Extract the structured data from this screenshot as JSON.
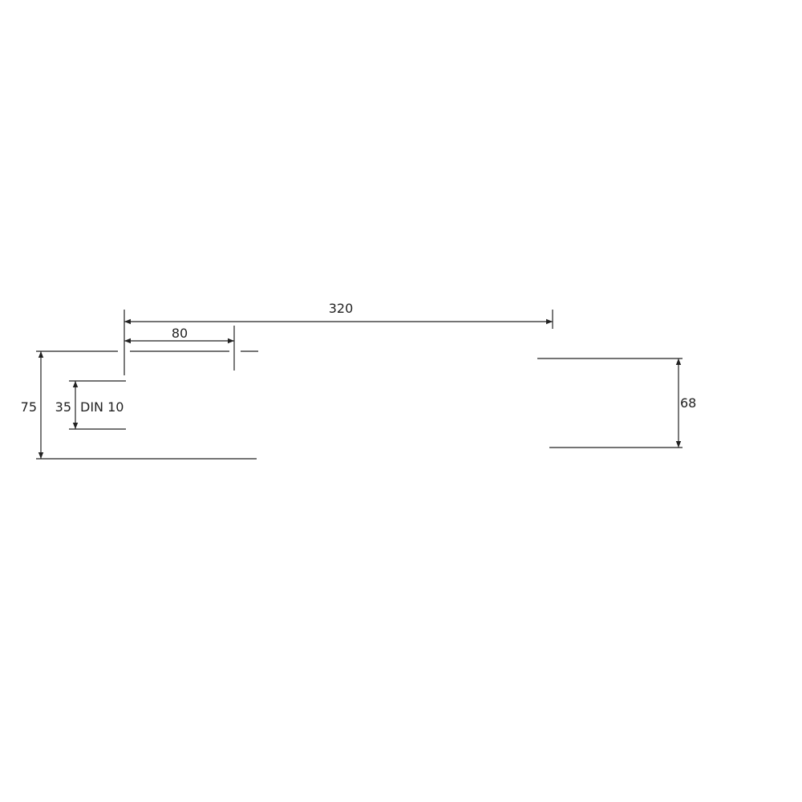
{
  "dimensions": {
    "overall_length": "320",
    "spacing": "80",
    "overall_height": "75",
    "rail_height": "35",
    "rail_standard": "DIN 10",
    "depth": "68"
  },
  "colors": {
    "line": "#222222",
    "background": "#ffffff"
  }
}
